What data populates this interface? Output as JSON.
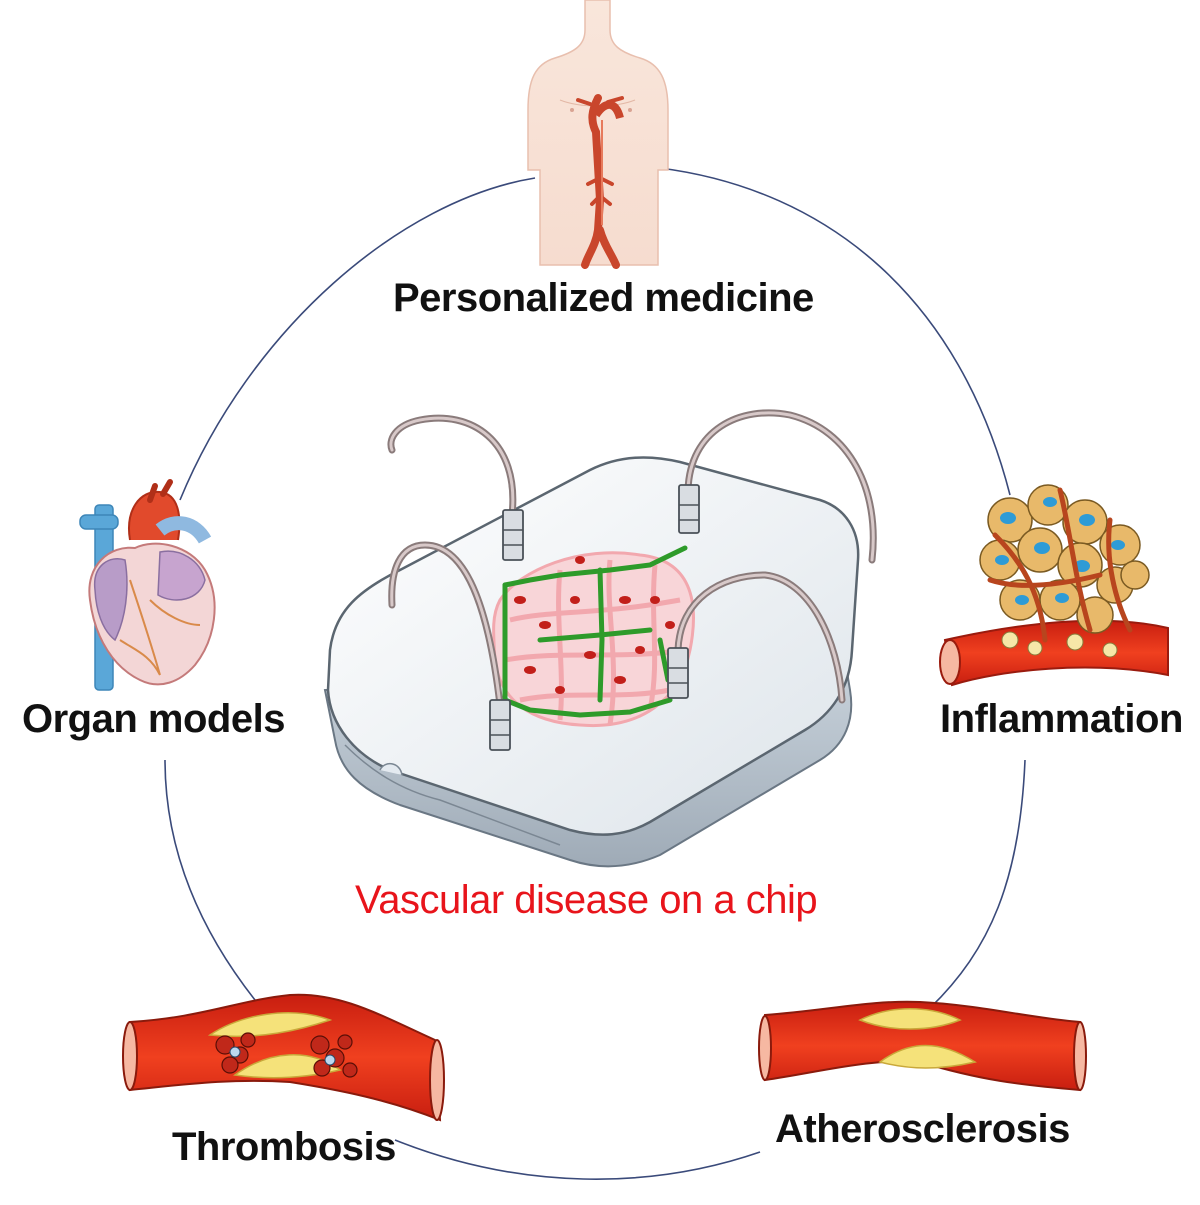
{
  "nodes": {
    "top": "Personalized medicine",
    "left": "Organ models",
    "right": "Inflammation",
    "bottom_left": "Thrombosis",
    "bottom_right": "Atherosclerosis"
  },
  "center": {
    "title": "Vascular disease on a chip"
  },
  "colors": {
    "cycle_line": "#3a4a7a",
    "center_title": "#e8141b",
    "vessel_red": "#e8321e",
    "plaque_yellow": "#f5e27a",
    "flow_green": "#2e9b2a",
    "network_pink": "#f2a8ae",
    "chip_body": "#e7edf2"
  },
  "icons": [
    "torso-aorta-icon",
    "heart-icon",
    "inflamed-tissue-icon",
    "thrombosed-vessel-icon",
    "atherosclerotic-vessel-icon",
    "microfluidic-chip-icon"
  ]
}
